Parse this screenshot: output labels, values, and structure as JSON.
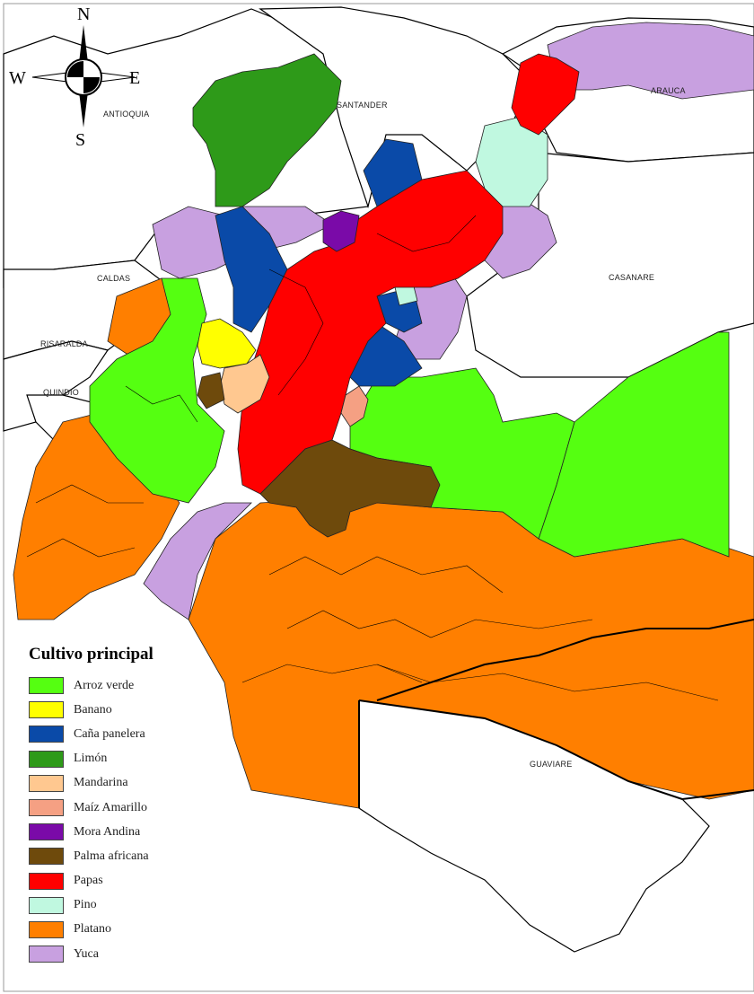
{
  "compass": {
    "north": "N",
    "south": "S",
    "east": "E",
    "west": "W"
  },
  "departments": {
    "antioquia": "ANTIOQUIA",
    "santander": "SANTANDER",
    "arauca": "ARAUCA",
    "caldas": "CALDAS",
    "casanare": "CASANARE",
    "risaralda": "RISARALDA",
    "quindio": "QUINDIO",
    "guaviare": "GUAVIARE"
  },
  "legend": {
    "title": "Cultivo principal",
    "items": [
      {
        "label": "Arroz verde",
        "color": "#55ff11"
      },
      {
        "label": "Banano",
        "color": "#ffff00"
      },
      {
        "label": "Caña panelera",
        "color": "#0a4aa8"
      },
      {
        "label": "Limón",
        "color": "#2e9a19"
      },
      {
        "label": "Mandarina",
        "color": "#ffc890"
      },
      {
        "label": "Maíz Amarillo",
        "color": "#f5a083"
      },
      {
        "label": "Mora Andina",
        "color": "#7a0aa8"
      },
      {
        "label": "Palma africana",
        "color": "#6e4a0c"
      },
      {
        "label": "Papas",
        "color": "#ff0000"
      },
      {
        "label": "Pino",
        "color": "#c0f8e0"
      },
      {
        "label": "Platano",
        "color": "#ff7f00"
      },
      {
        "label": "Yuca",
        "color": "#c8a0e0"
      }
    ]
  }
}
